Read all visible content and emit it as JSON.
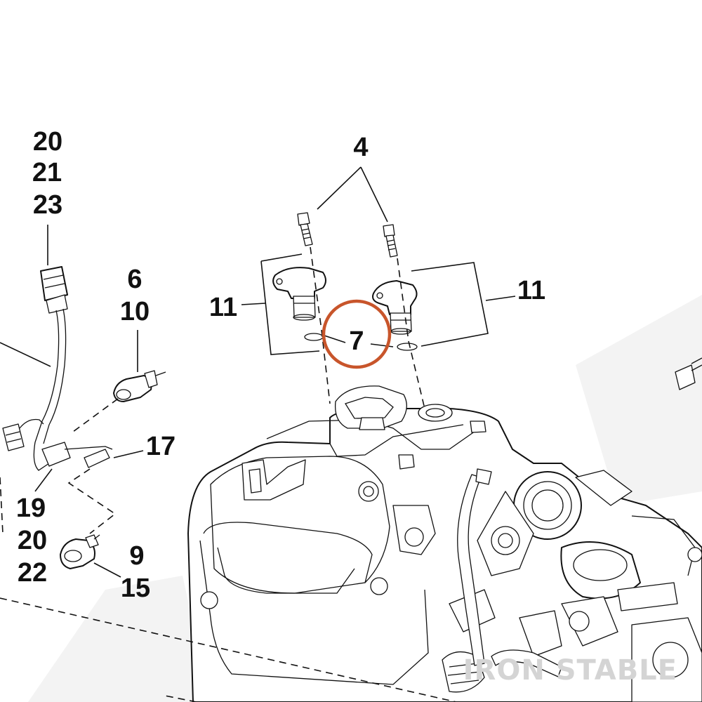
{
  "callouts": {
    "c4": "4",
    "c11_left": "11",
    "c11_right": "11",
    "c7": "7",
    "c6": "6",
    "c10": "10",
    "c17": "17",
    "c9": "9",
    "c15": "15",
    "c20_top": "20",
    "c21": "21",
    "c23": "23",
    "c19": "19",
    "c20_bottom": "20",
    "c22": "22"
  },
  "highlight": {
    "target": "7",
    "color": "#c8552b"
  },
  "watermark": {
    "brand": "IRON STABLE"
  },
  "colors": {
    "ink": "#111111",
    "paper": "#ffffff",
    "watermark": "#d4d4d4"
  }
}
